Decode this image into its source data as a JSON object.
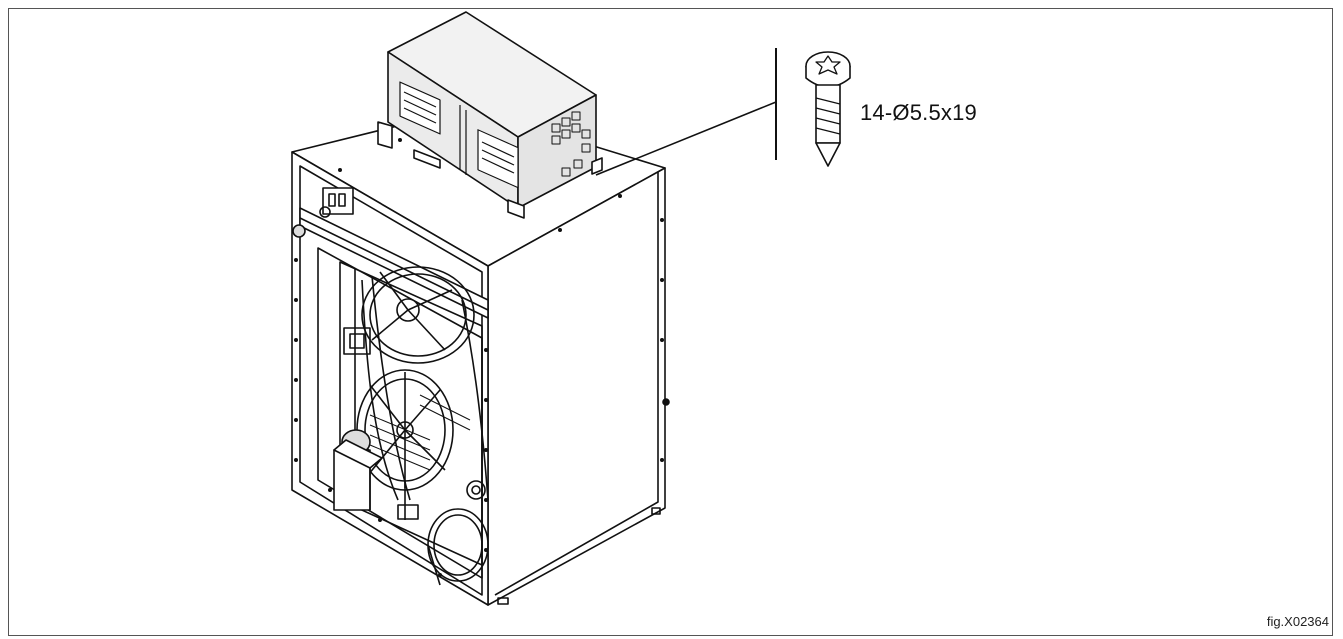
{
  "callout": {
    "screw_spec": "14-Ø5.5x19"
  },
  "figure": {
    "id": "fig.X02364"
  },
  "icons": {
    "screw": "torx-screw-icon",
    "machine": "dryer-machine-drawing",
    "electrical_box": "electrical-box-drawing"
  },
  "colors": {
    "line": "#111111",
    "box_fill": "#e4e4e4",
    "background": "#ffffff"
  }
}
